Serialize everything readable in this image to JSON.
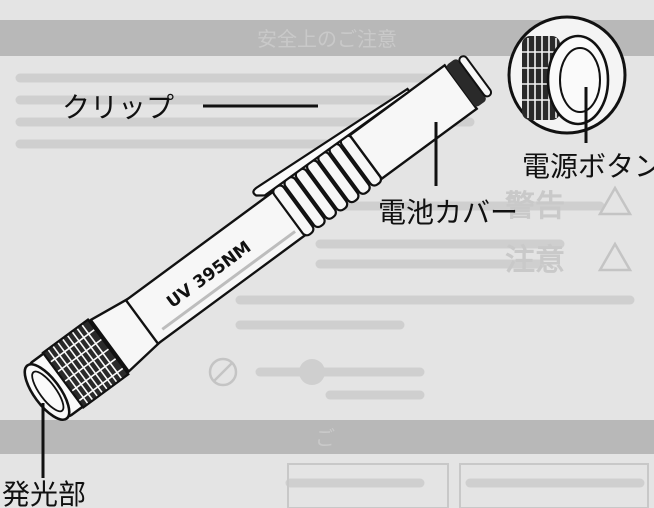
{
  "labels": {
    "clip": "クリップ",
    "power_button": "電源ボタン",
    "battery_cover": "電池カバー",
    "light_emitter": "発光部",
    "model": "UV 395NM"
  },
  "background_text": {
    "banner_top": "安全上のご注意",
    "warning_heading": "警告",
    "caution_heading": "注意",
    "banner_bottom": "ご"
  },
  "colors": {
    "paper": "#e4e4e4",
    "banner": "#b4b4b4",
    "line": "#111111",
    "body": "#f7f7f7"
  }
}
